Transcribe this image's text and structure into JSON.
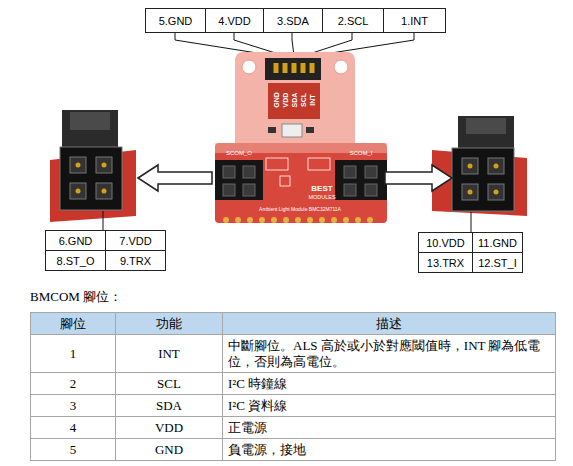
{
  "diagram": {
    "labels": [
      "5.GND",
      "4.VDD",
      "3.SDA",
      "2.SCL",
      "1.INT",
      "GND",
      "VDD",
      "SDA",
      "SCL",
      "INT",
      "SCOM_O",
      "SCOM_I",
      "BEST",
      "MODULES",
      "Ambient Light Module BMC32M711A",
      "6.GND",
      "7.VDD",
      "8.ST_O",
      "9.TRX",
      "10.VDD",
      "11.GND",
      "13.TRX",
      "12.ST_I",
      "BMCOM 腳位：",
      "腳位",
      "功能",
      "描述",
      "1",
      "INT",
      "中斷腳位。ALS 高於或小於對應閾值時，INT 腳為低電位，否則為高電位。",
      "2",
      "SCL",
      "I²C 時鐘線",
      "3",
      "SDA",
      "I²C 資料線",
      "4",
      "VDD",
      "正電源",
      "5",
      "GND",
      "負電源，接地"
    ]
  }
}
